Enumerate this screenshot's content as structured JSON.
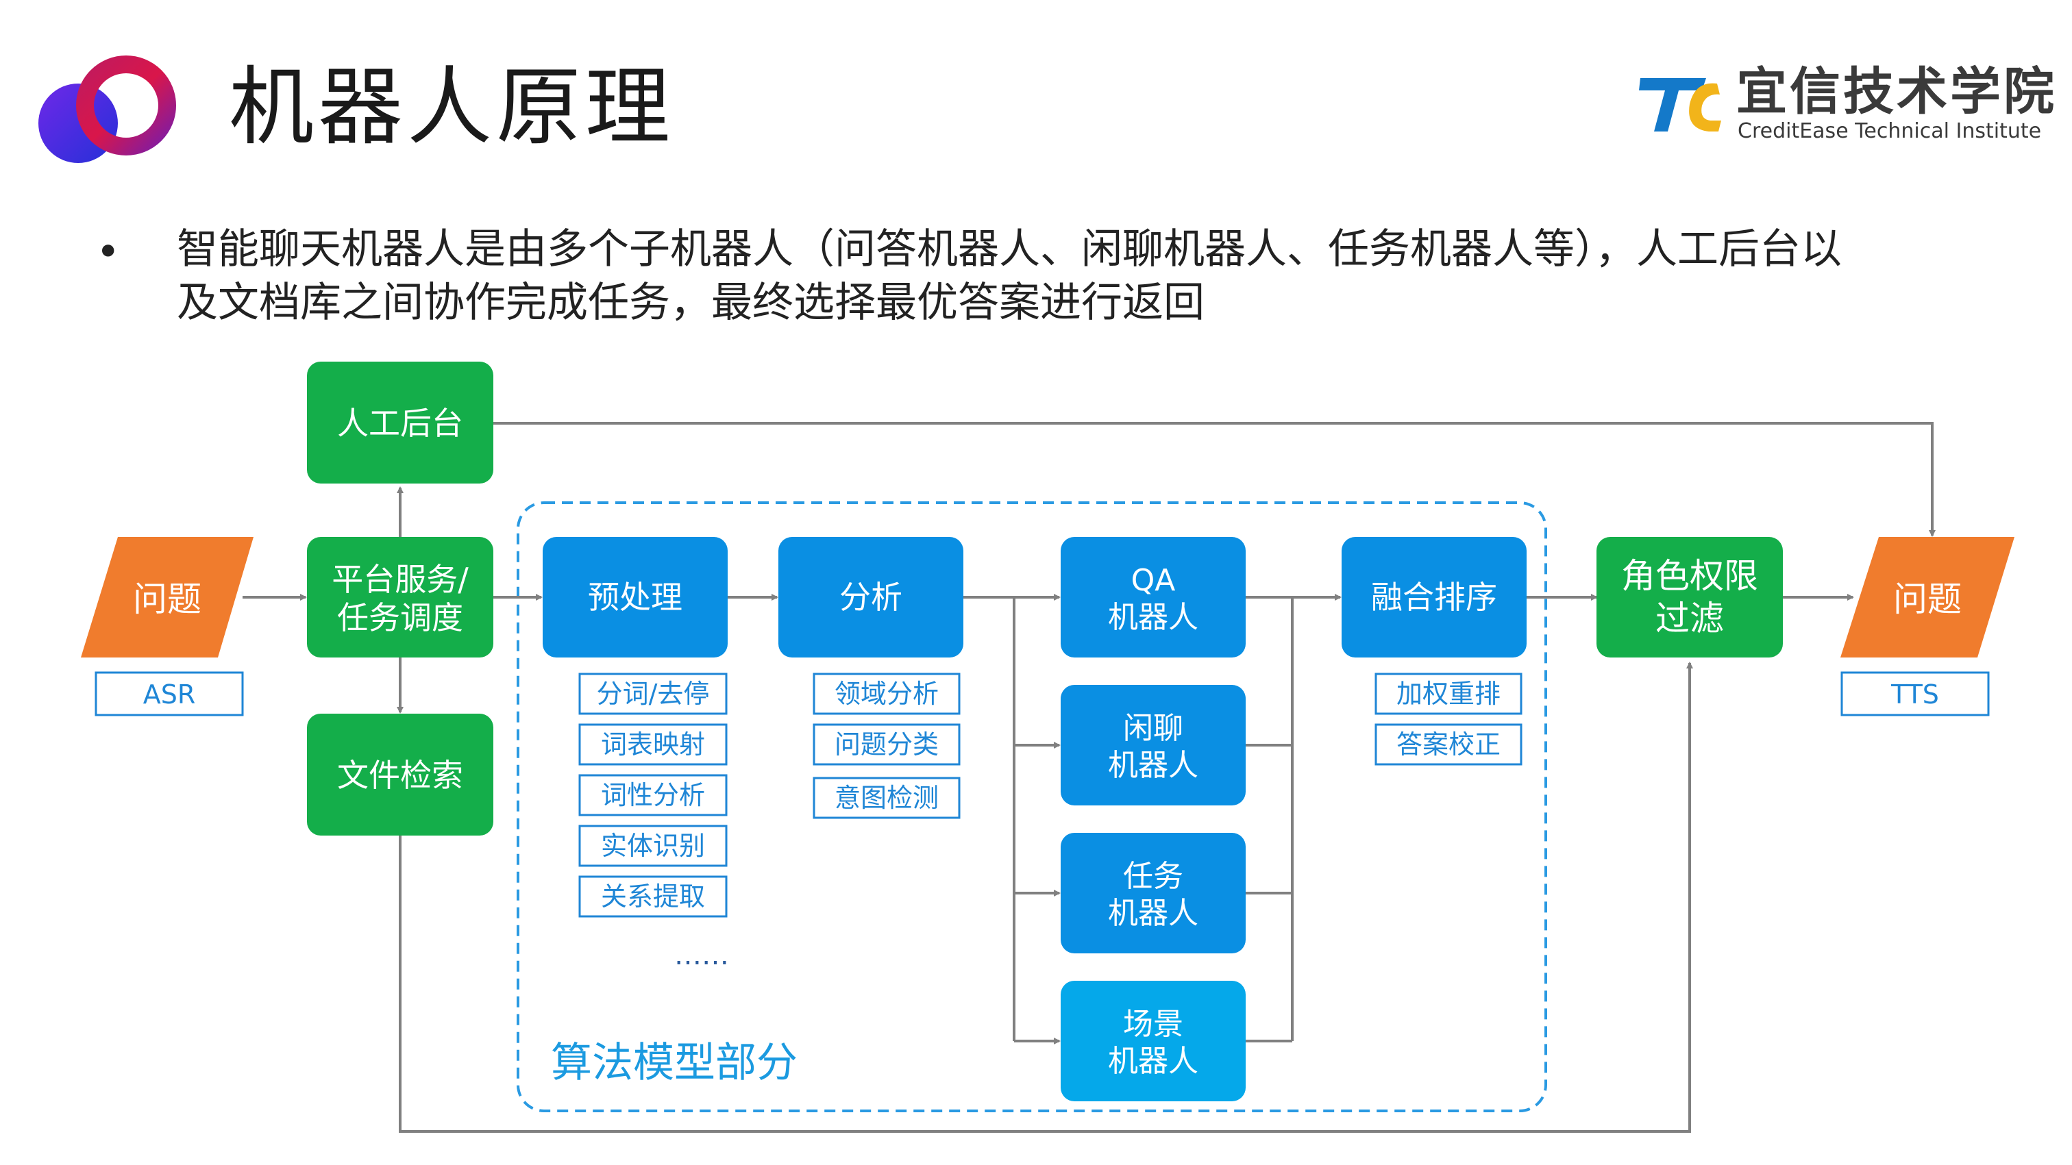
{
  "header": {
    "title": "机器人原理",
    "brand_name": "宜信技术学院",
    "brand_subtitle": "CreditEase Technical Institute"
  },
  "bullet": {
    "symbol": "•",
    "line1": "智能聊天机器人是由多个子机器人（问答机器人、闲聊机器人、任务机器人等），人工后台以",
    "line2": "及文档库之间协作完成任务，最终选择最优答案进行返回"
  },
  "diagram": {
    "input": {
      "label": "问题",
      "tag": "ASR"
    },
    "output": {
      "label": "问题",
      "tag": "TTS"
    },
    "manual_backend": "人工后台",
    "platform": [
      "平台服务/",
      "任务调度"
    ],
    "doc_search": "文件检索",
    "preprocess": {
      "label": "预处理",
      "tags": [
        "分词/去停",
        "词表映射",
        "词性分析",
        "实体识别",
        "关系提取"
      ],
      "ellipsis": "……"
    },
    "analysis": {
      "label": "分析",
      "tags": [
        "领域分析",
        "问题分类",
        "意图检测"
      ]
    },
    "robots": [
      [
        "QA",
        "机器人"
      ],
      [
        "闲聊",
        "机器人"
      ],
      [
        "任务",
        "机器人"
      ],
      [
        "场景",
        "机器人"
      ]
    ],
    "fusion": {
      "label": "融合排序",
      "tags": [
        "加权重排",
        "答案校正"
      ]
    },
    "role_filter": [
      "角色权限",
      "过滤"
    ],
    "region_label": "算法模型部分"
  },
  "colors": {
    "green": "#14ae4a",
    "blue": "#0a8fe3",
    "light_blue": "#05a8ea",
    "orange": "#f07c2d",
    "line": "#808080",
    "dashed": "#2a9ae2"
  }
}
